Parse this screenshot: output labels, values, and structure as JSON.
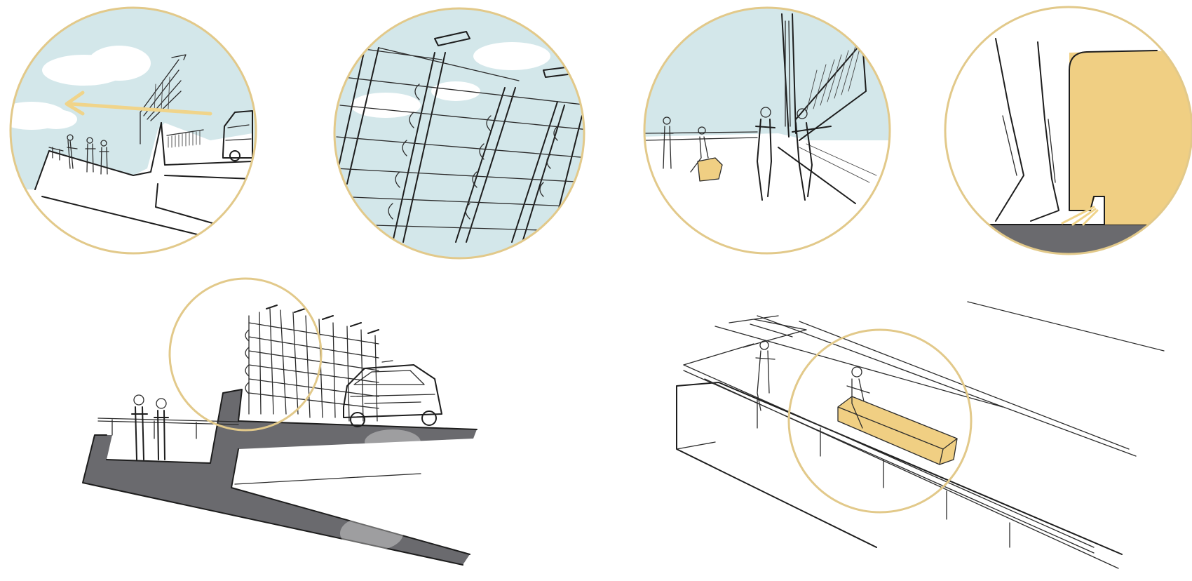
{
  "colors": {
    "sky": "#d3e7ea",
    "ring": "#e2c98a",
    "accent": "#f0d48a",
    "bench": "#f0cf83",
    "concrete": "#6a6a6e",
    "ink": "#1d1d1d",
    "paper": "#ffffff",
    "cloud": "#ffffff"
  },
  "vignettes": [
    {
      "id": "overlook-view",
      "icon": "circular-vignette"
    },
    {
      "id": "lamp-facade-detail",
      "icon": "circular-vignette"
    },
    {
      "id": "promenade-view",
      "icon": "circular-vignette"
    },
    {
      "id": "bench-step-detail",
      "icon": "circular-vignette"
    }
  ],
  "drawings": [
    {
      "id": "stepped-section",
      "icon": "section-drawing"
    },
    {
      "id": "bench-axonometric",
      "icon": "axonometric-drawing"
    }
  ]
}
